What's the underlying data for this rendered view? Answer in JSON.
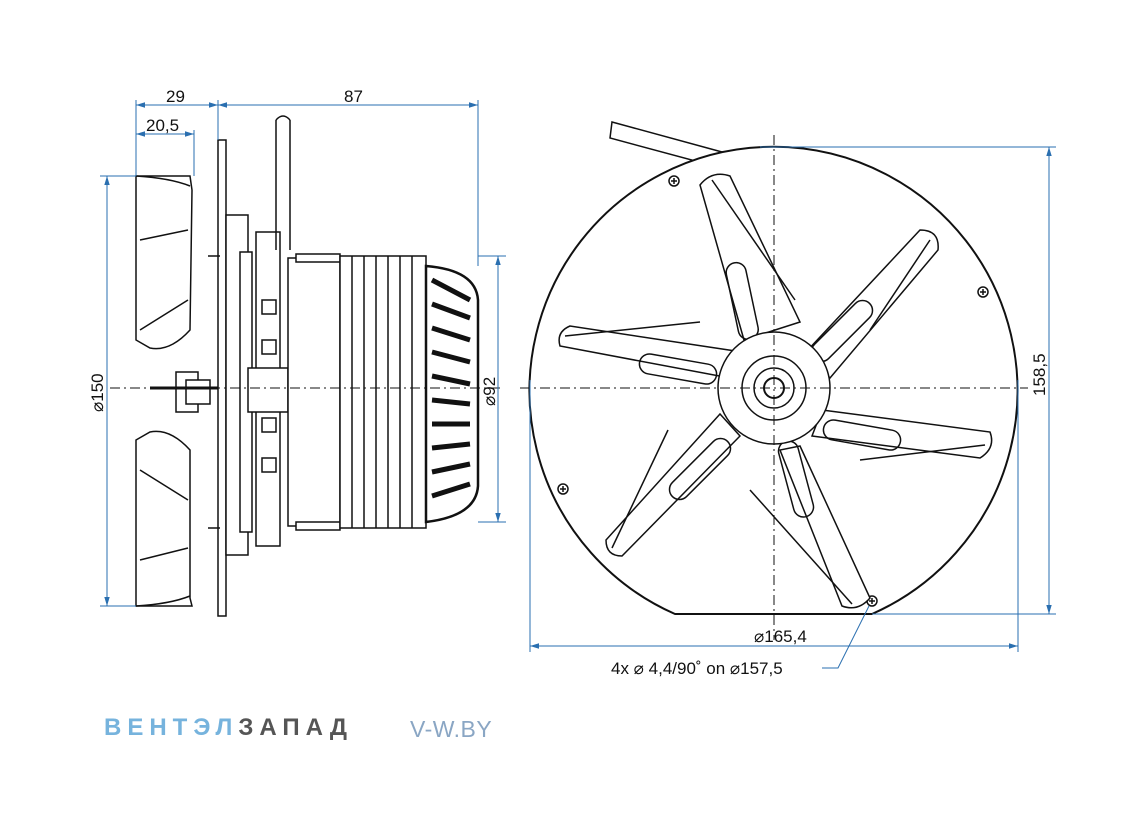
{
  "dimensions": {
    "d29": "29",
    "d87": "87",
    "d20_5": "20,5",
    "d150": "⌀150",
    "d92": "⌀92",
    "d158_5": "158,5",
    "d165_4": "⌀165,4",
    "holes": "4x ⌀ 4,4/90˚ on  ⌀157,5"
  },
  "brand": {
    "part1": "ВЕНТЭЛ",
    "part2": "ЗАПАД",
    "site": "V-W.BY"
  },
  "colors": {
    "dimension_line": "#2a6fb0",
    "outline": "#111111",
    "brand_blue": "#76b3dd",
    "brand_gray": "#555555"
  }
}
